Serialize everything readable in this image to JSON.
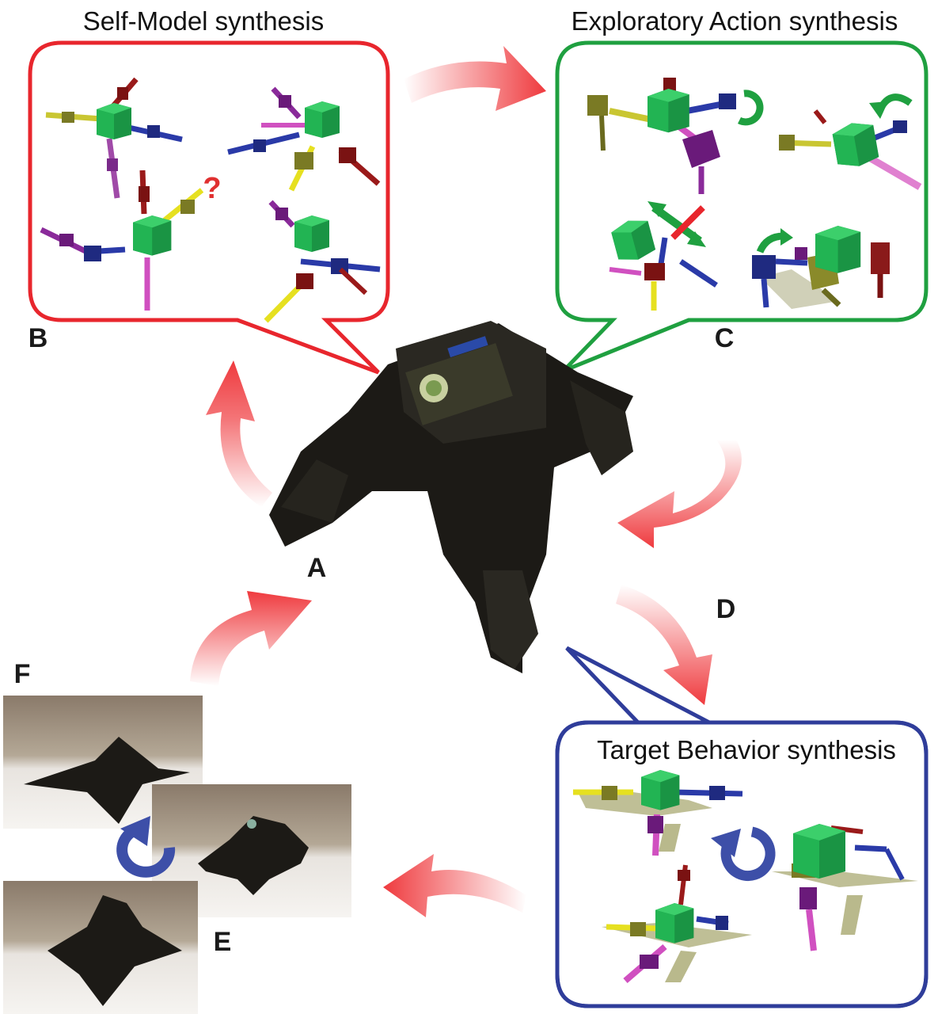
{
  "panels": {
    "self_model": {
      "letter": "B",
      "title": "Self-Model synthesis",
      "question_mark": "?"
    },
    "exploratory_action": {
      "letter": "C",
      "title": "Exploratory Action synthesis"
    },
    "robot": {
      "letter": "A"
    },
    "arrow_to_target": {
      "letter": "D"
    },
    "target_behavior": {
      "letter": "E",
      "title": "Target Behavior synthesis"
    },
    "photos": {
      "letter": "F"
    }
  },
  "colors": {
    "self_model_border": "#e8262d",
    "exploratory_border": "#1fa040",
    "target_border": "#2f3d9a",
    "cycle_arrow": "#ef3a3e",
    "body_cube": "#1fa84a",
    "limb_yellow": "#e6e020",
    "limb_olive": "#8a8a2a",
    "limb_red": "#9a1a1a",
    "limb_blue": "#2a3aa8",
    "limb_purple": "#8a2a9a",
    "limb_magenta": "#d050c0",
    "rotate_icon": "#3d4fa8",
    "robot_dark": "#1c1a16"
  },
  "icons": [
    "question-mark-icon",
    "rotation-arrow-icon",
    "loop-arrow-icon"
  ]
}
